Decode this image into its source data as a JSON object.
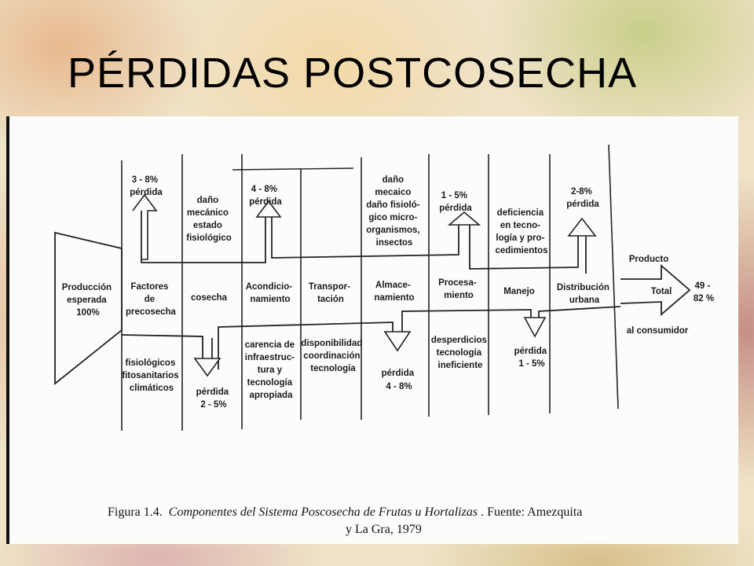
{
  "slide": {
    "title": "PÉRDIDAS POSTCOSECHA"
  },
  "stages": [
    [
      "Producción",
      "esperada",
      "100%"
    ],
    [
      "Factores",
      "de",
      "precosecha"
    ],
    [
      "cosecha"
    ],
    [
      "Acondicio-",
      "namiento"
    ],
    [
      "Transpor-",
      "tación"
    ],
    [
      "Almace-",
      "namiento"
    ],
    [
      "Procesa-",
      "miento"
    ],
    [
      "Manejo"
    ],
    [
      "Distribución",
      "urbana"
    ]
  ],
  "upper_losses": [
    [
      "3 - 8%",
      "pérdida"
    ],
    [
      "4 - 8%",
      "pérdida"
    ],
    [
      "1 - 5%",
      "pérdida"
    ],
    [
      "2-8%",
      "pérdida"
    ]
  ],
  "lower_losses": [
    [
      "pérdida",
      "2 - 5%"
    ],
    [
      "pérdida",
      "4 - 8%"
    ],
    [
      "pérdida",
      "1 - 5%"
    ]
  ],
  "upper_causes": [
    [
      "daño",
      "mecánico",
      "estado",
      "fisiológico"
    ],
    [
      "daño",
      "mecaico",
      "daño fisioló-",
      "gico micro-",
      "organismos,",
      "insectos"
    ],
    [
      "deficiencia",
      "en tecno-",
      "logía y pro-",
      "cedimientos"
    ]
  ],
  "lower_causes": [
    [
      "fisiológicos",
      "fitosanitarios",
      "climáticos"
    ],
    [
      "carencia de",
      "infraestruc-",
      "tura y",
      "tecnología",
      "apropiada"
    ],
    [
      "disponibilidad",
      "coordinación",
      "tecnología"
    ],
    [
      "desperdicios",
      "tecnología",
      "ineficiente"
    ]
  ],
  "output": {
    "top": "Producto",
    "middle": "Total",
    "bottom": "al consumidor",
    "value": [
      "49 -",
      "82 %"
    ]
  },
  "caption": {
    "prefix": "Figura 1.4.",
    "title": "Componentes del Sistema Poscosecha de Frutas u Hortalizas",
    "source": ". Fuente: Amezquita",
    "line2": "y La Gra, 1979"
  },
  "colors": {
    "ink": "#1a1a1a",
    "paper": "#fcfcfa"
  }
}
